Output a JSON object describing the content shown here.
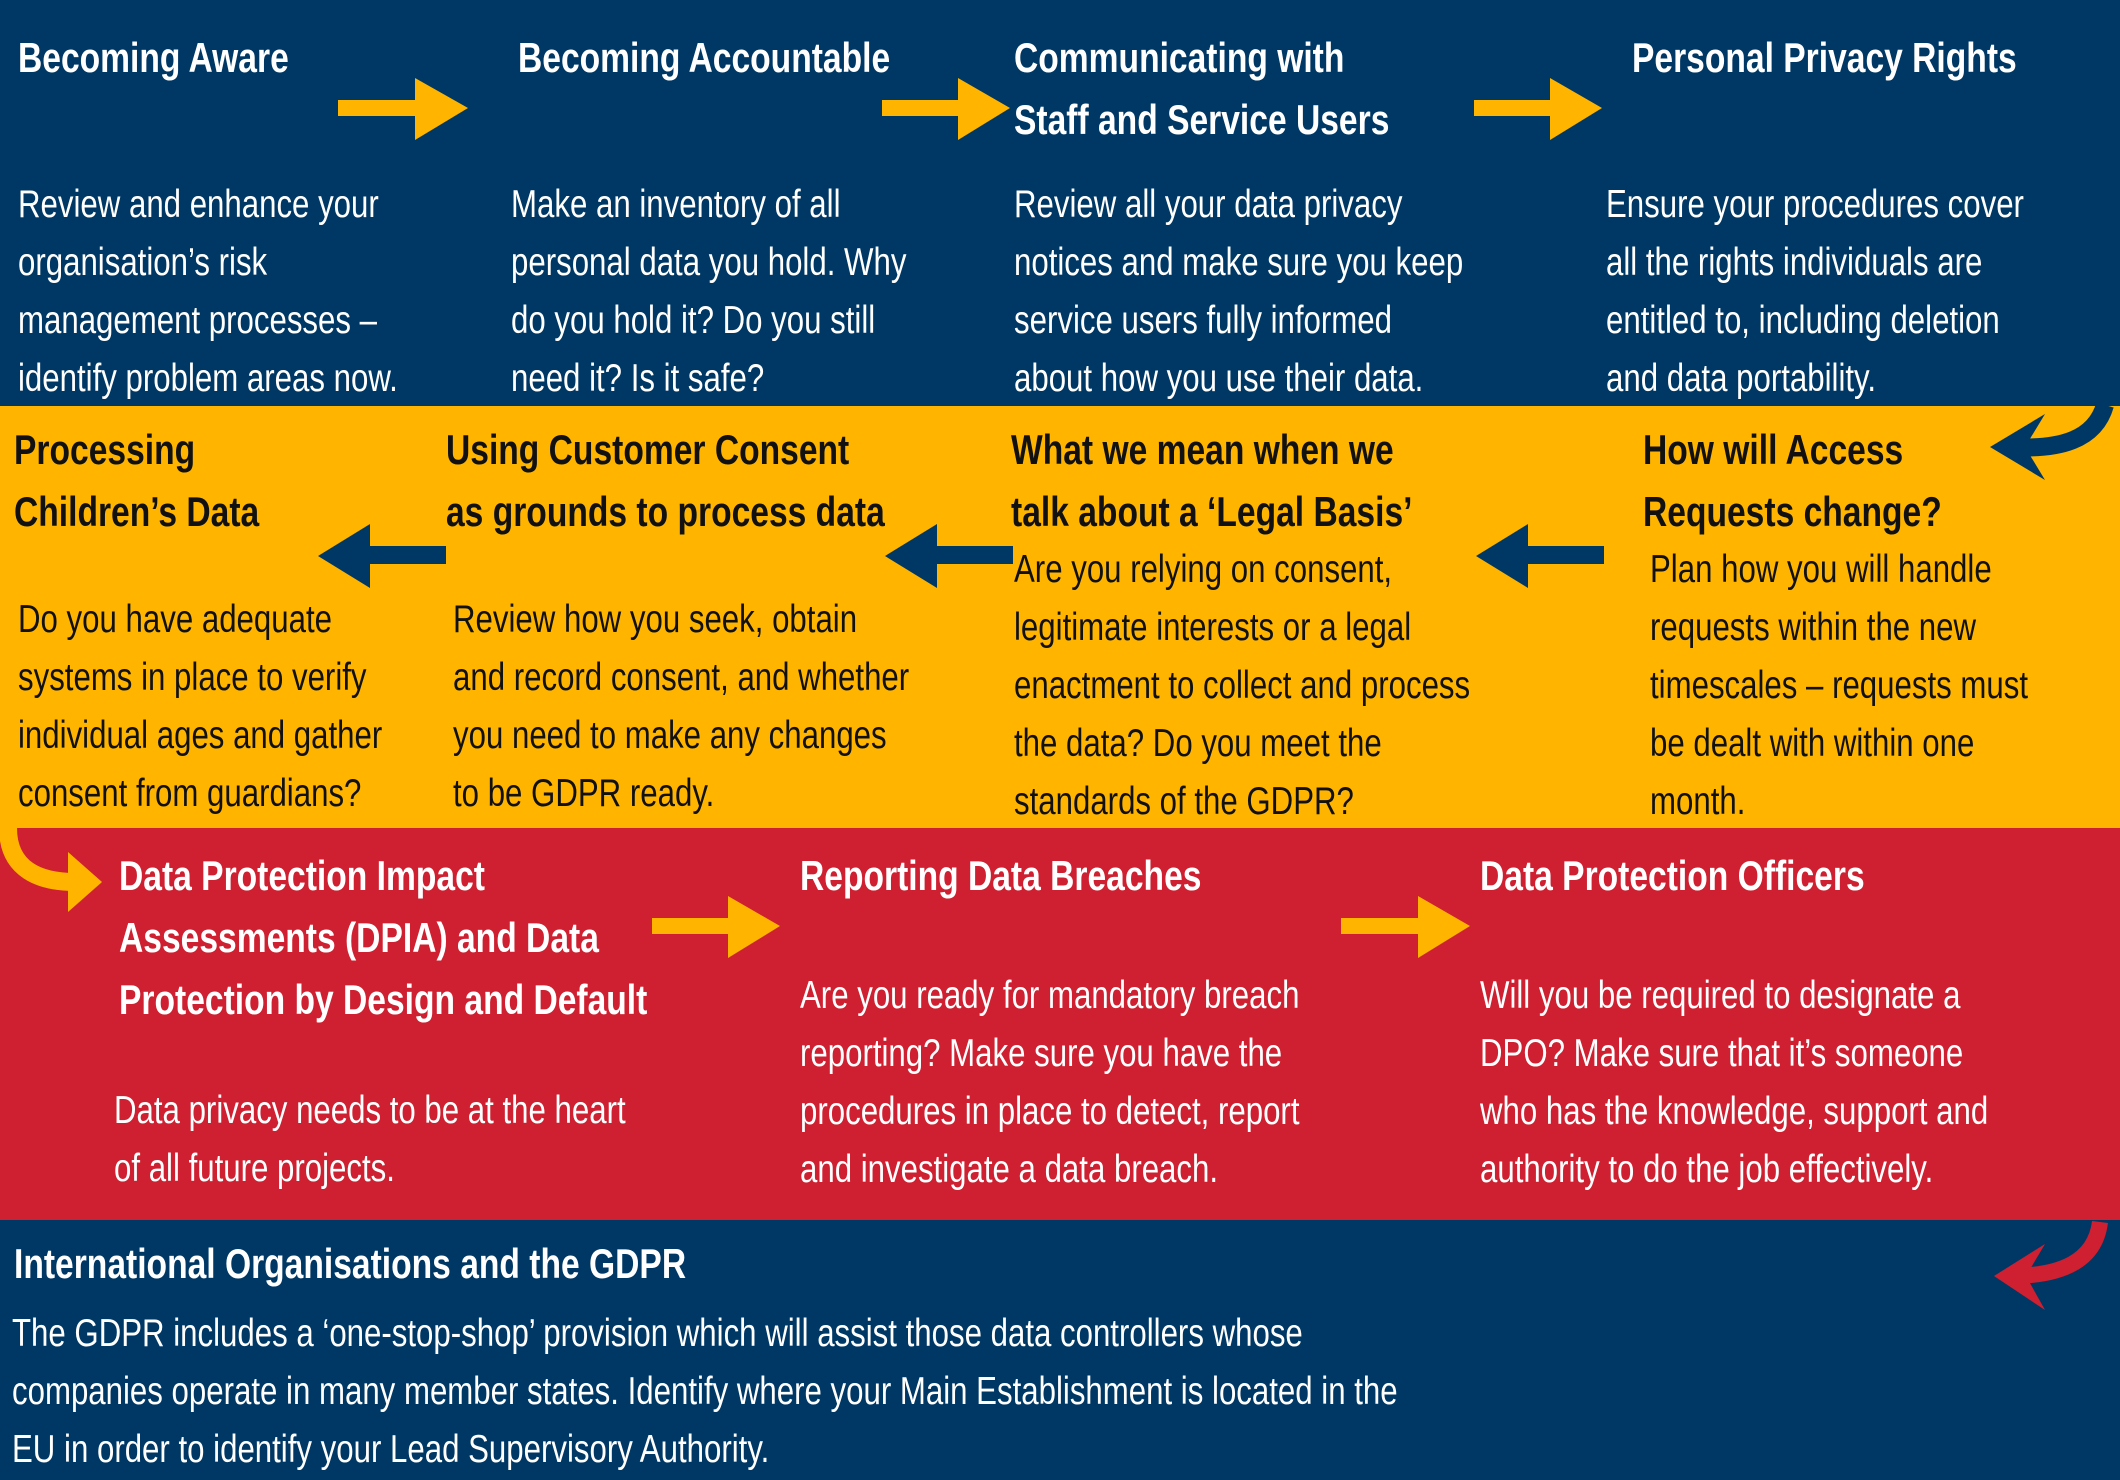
{
  "colors": {
    "navy": "#003865",
    "yellow": "#FFB400",
    "red": "#CE2030"
  },
  "row1": [
    {
      "title": [
        "Becoming Aware"
      ],
      "body": [
        "Review and enhance your",
        "organisation’s risk",
        "management processes –",
        "identify problem areas now."
      ]
    },
    {
      "title": [
        "Becoming Accountable"
      ],
      "body": [
        "Make an inventory of all",
        "personal data you hold. Why",
        "do you hold it? Do you still",
        "need it? Is it safe?"
      ]
    },
    {
      "title": [
        "Communicating with",
        "Staff and Service Users"
      ],
      "body": [
        "Review all your data privacy",
        "notices and make sure you keep",
        "service users fully informed",
        "about how you use their data."
      ]
    },
    {
      "title": [
        "Personal Privacy Rights"
      ],
      "body": [
        "Ensure your procedures cover",
        "all the rights individuals are",
        "entitled to, including deletion",
        "and data portability."
      ]
    }
  ],
  "row2": [
    {
      "title": [
        "Processing",
        "Children’s Data"
      ],
      "body": [
        "Do you have adequate",
        "systems in place to verify",
        "individual ages and gather",
        "consent from guardians?"
      ]
    },
    {
      "title": [
        "Using Customer Consent",
        "as grounds to process data"
      ],
      "body": [
        "Review how you seek, obtain",
        "and record consent, and whether",
        "you need to make any changes",
        "to be GDPR ready."
      ]
    },
    {
      "title": [
        "What we mean when we",
        "talk about a ‘Legal Basis’"
      ],
      "body": [
        "Are you relying on consent,",
        "legitimate interests or a legal",
        "enactment to collect and process",
        "the data? Do you meet the",
        "standards of the GDPR?"
      ]
    },
    {
      "title": [
        "How will Access",
        "Requests change?"
      ],
      "body": [
        "Plan how you will handle",
        "requests within the new",
        "timescales – requests must",
        "be dealt with within one",
        "month."
      ]
    }
  ],
  "row3": [
    {
      "title": [
        "Data Protection Impact",
        "Assessments (DPIA) and Data",
        "Protection by Design and Default"
      ],
      "body": [
        "Data privacy needs to be at the heart",
        "of all future projects."
      ]
    },
    {
      "title": [
        "Reporting Data Breaches"
      ],
      "body": [
        "Are you ready for mandatory breach",
        "reporting? Make sure you have the",
        "procedures in place to detect, report",
        "and investigate a data breach."
      ]
    },
    {
      "title": [
        "Data Protection Officers"
      ],
      "body": [
        "Will you be required to designate a",
        "DPO? Make sure that it’s someone",
        "who has the knowledge, support and",
        "authority to do the job effectively."
      ]
    }
  ],
  "row4": {
    "title": [
      "International Organisations and the GDPR"
    ],
    "body": [
      "The GDPR includes a ‘one-stop-shop’ provision which will assist those data controllers whose",
      "companies operate in many member states. Identify where your Main Establishment is located in the",
      "EU in order to identify your Lead Supervisory Authority."
    ]
  }
}
